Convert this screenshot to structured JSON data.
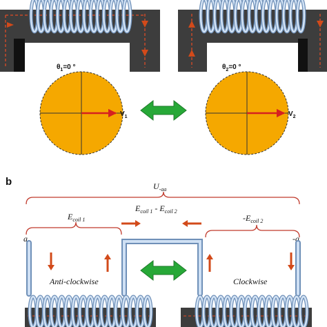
{
  "panel_a": {
    "left": {
      "theta_main": "θ",
      "theta_sub": "1",
      "theta_eq": "=0 °",
      "v_main": "V",
      "v_sub": "1"
    },
    "right": {
      "theta_main": "θ",
      "theta_sub": "2",
      "theta_eq": "=0 °",
      "v_main": "V",
      "v_sub": "2"
    }
  },
  "panel_b": {
    "panel_label": "b",
    "u_main": "U",
    "u_sub": "-aa",
    "e_coil1_main": "E",
    "e_coil1_sub": "coil 1",
    "diff_e1": "E",
    "diff_sub1": "coil 1",
    "diff_mid": " - E",
    "diff_sub2": "coil 2",
    "neg_main": "-E",
    "neg_sub": "coil 2",
    "terminal_left": "a",
    "terminal_right": "-a",
    "label_left": "Anti-clockwise",
    "label_right": "Clockwise"
  },
  "colors": {
    "core": "#3d3d3d",
    "coil": "#a9c7ea",
    "rotor": "#f5a800",
    "flux_arrow": "#d24a1a",
    "velocity_arrow": "#d62020",
    "double_arrow": "#27a837",
    "brace": "#c0392b"
  }
}
